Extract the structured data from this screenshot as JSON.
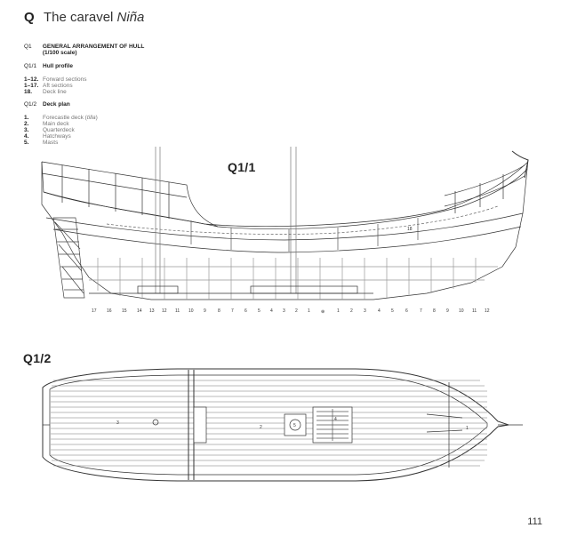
{
  "header": {
    "letter": "Q",
    "title_prefix": "The caravel ",
    "title_italic": "Niña"
  },
  "legend": {
    "q1_code": "Q1",
    "q1_text": "GENERAL ARRANGEMENT OF HULL (1/100 scale)",
    "hull_code": "Q1/1",
    "hull_title": "Hull profile",
    "hull_items": [
      {
        "key": "1–12.",
        "text": "Forward sections"
      },
      {
        "key": "1–17.",
        "text": "Aft sections"
      },
      {
        "key": "18.",
        "text": "Deck line"
      }
    ],
    "deck_code": "Q1/2",
    "deck_title": "Deck plan",
    "deck_items": [
      {
        "key": "1.",
        "text": "Forecastle deck (",
        "italic": "tilla",
        "after": ")"
      },
      {
        "key": "2.",
        "text": "Main deck"
      },
      {
        "key": "3.",
        "text": "Quarterdeck"
      },
      {
        "key": "4.",
        "text": "Hatchways"
      },
      {
        "key": "5.",
        "text": "Masts"
      }
    ]
  },
  "figures": {
    "profile_label": "Q1/1",
    "plan_label": "Q1/2",
    "profile_callout": "18",
    "aft_sections": [
      "17",
      "16",
      "15",
      "14",
      "13",
      "12",
      "11",
      "10",
      "9",
      "8",
      "7",
      "6",
      "5",
      "4",
      "3",
      "2",
      "1"
    ],
    "midship_mark": "⊕",
    "fwd_sections": [
      "1",
      "2",
      "3",
      "4",
      "5",
      "6",
      "7",
      "8",
      "9",
      "10",
      "11",
      "12"
    ],
    "plan_callouts": {
      "quarterdeck": "3",
      "main_deck": "2",
      "forecastle": "1",
      "hatch": "4",
      "mast_main": "5"
    }
  },
  "page_number": "111"
}
